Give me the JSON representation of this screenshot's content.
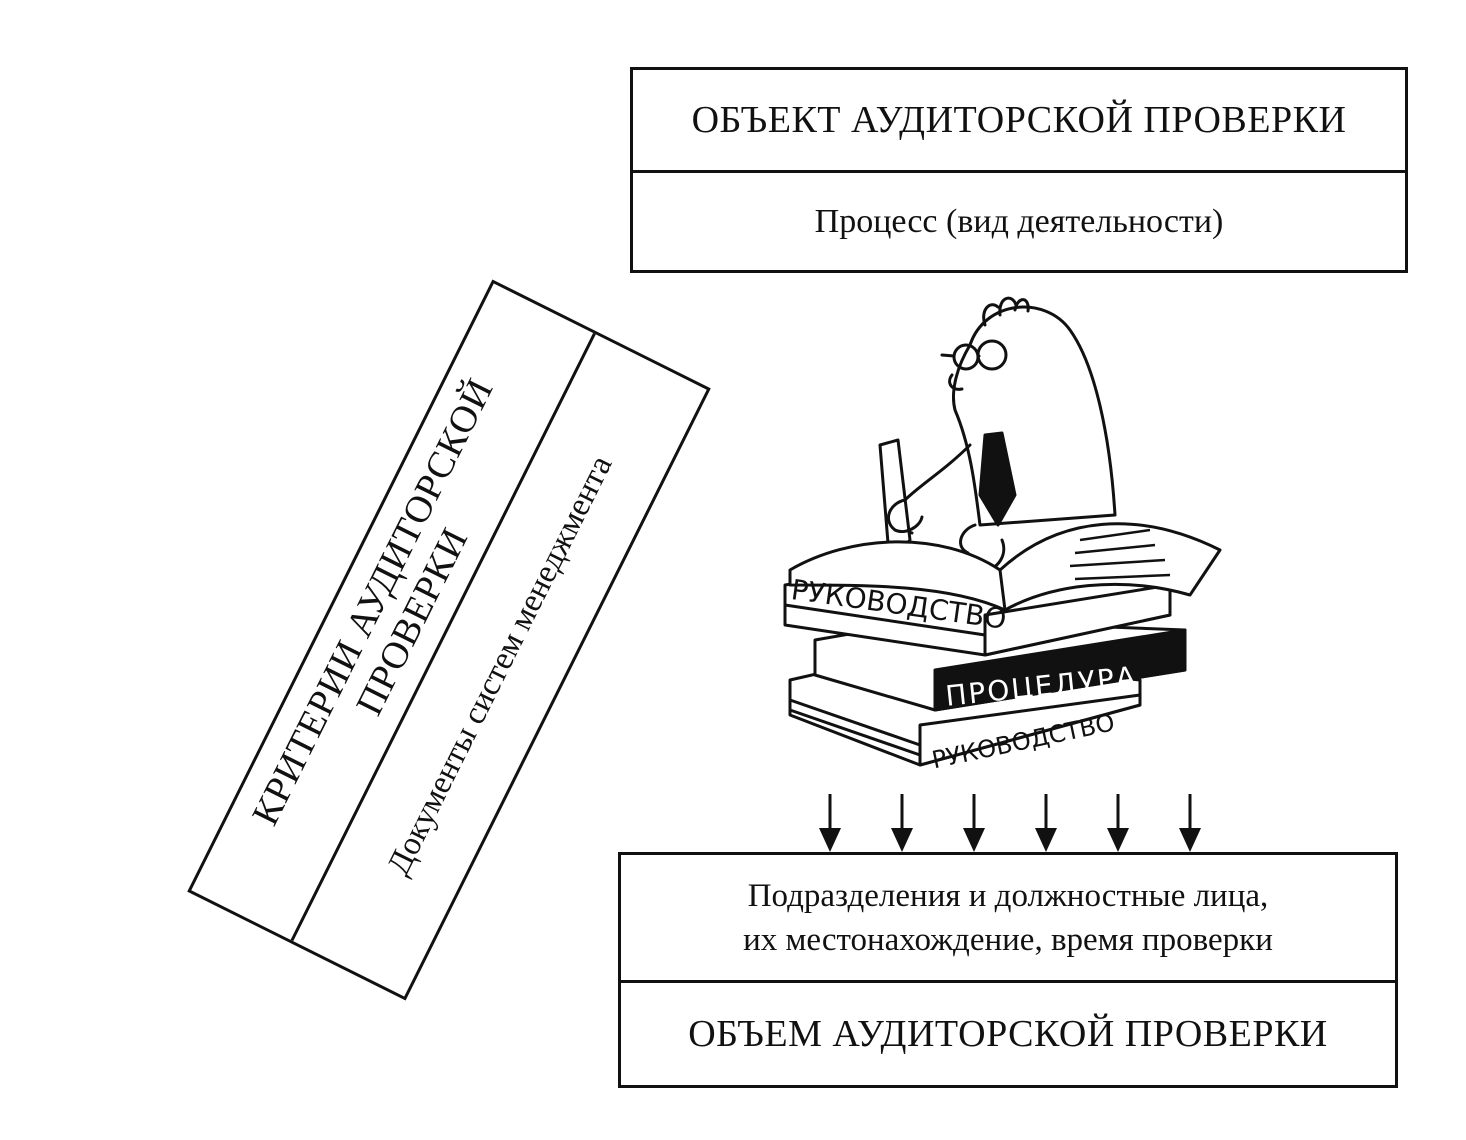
{
  "object": {
    "title": "ОБЪЕКТ АУДИТОРСКОЙ ПРОВЕРКИ",
    "subtitle": "Процесс (вид деятельности)"
  },
  "criteria": {
    "title": "КРИТЕРИИ АУДИТОРСКОЙ ПРОВЕРКИ",
    "subtitle": "Документы систем менеджмента"
  },
  "scope": {
    "line1": "Подразделения и должностные лица,",
    "line2": "их местонахождение, время проверки",
    "title": "ОБЪЕМ АУДИТОРСКОЙ ПРОВЕРКИ"
  },
  "books": {
    "top": "РУКОВОДСТВО",
    "middle": "ПРОЦЕДУРА",
    "bottom": "РУКОВОДСТВО"
  },
  "arrow_count": 6
}
